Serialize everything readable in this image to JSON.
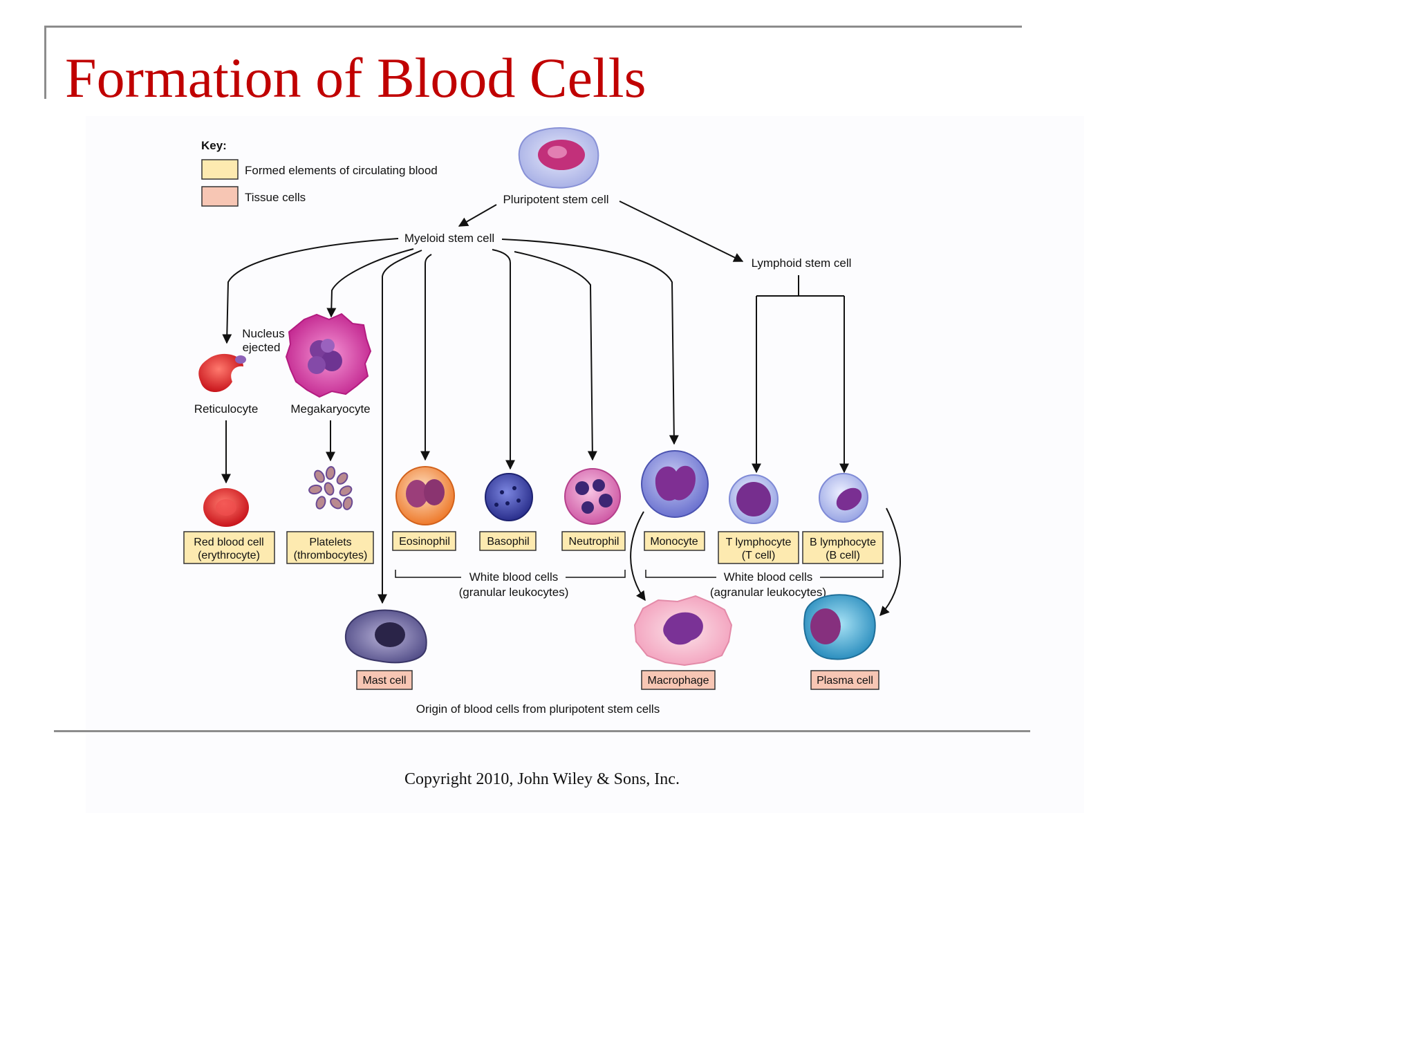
{
  "slide": {
    "title": "Formation of Blood Cells",
    "copyright": "Copyright 2010, John Wiley & Sons, Inc."
  },
  "key": {
    "heading": "Key:",
    "items": [
      {
        "label": "Formed elements of circulating blood",
        "color": "#fdeab0"
      },
      {
        "label": "Tissue cells",
        "color": "#f7c6b4"
      }
    ]
  },
  "nodes": {
    "pluripotent": "Pluripotent stem cell",
    "myeloid": "Myeloid stem cell",
    "lymphoid": "Lymphoid stem cell",
    "nucleus_line1": "Nucleus",
    "nucleus_line2": "ejected",
    "reticulocyte": "Reticulocyte",
    "megakaryocyte": "Megakaryocyte"
  },
  "cells": {
    "rbc": {
      "line1": "Red blood cell",
      "line2": "(erythrocyte)"
    },
    "platelets": {
      "line1": "Platelets",
      "line2": "(thrombocytes)"
    },
    "eosinophil": "Eosinophil",
    "basophil": "Basophil",
    "neutrophil": "Neutrophil",
    "monocyte": "Monocyte",
    "tcell": {
      "line1": "T lymphocyte",
      "line2": "(T cell)"
    },
    "bcell": {
      "line1": "B lymphocyte",
      "line2": "(B cell)"
    },
    "mast": "Mast cell",
    "macrophage": "Macrophage",
    "plasma": "Plasma cell"
  },
  "groups": {
    "granular": {
      "line1": "White blood cells",
      "line2": "(granular leukocytes)"
    },
    "agranular": {
      "line1": "White blood cells",
      "line2": "(agranular leukocytes)"
    }
  },
  "caption": "Origin of blood cells from pluripotent stem cells"
}
